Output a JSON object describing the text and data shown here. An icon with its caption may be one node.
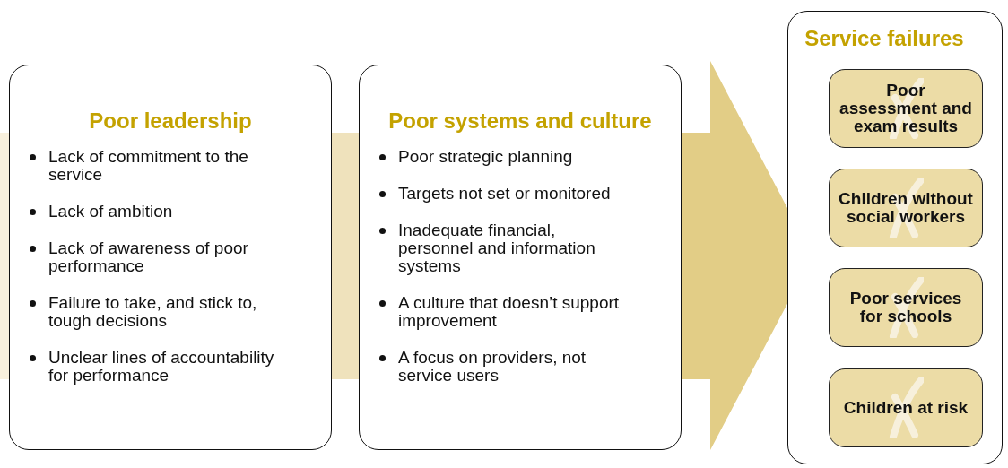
{
  "diagram": {
    "nodes": [
      {
        "text": [
          "Poor leadership",
          "Lack of commitment to the service",
          "Lack of ambition",
          "Lack of awareness of poor performance",
          "Failure to take, and stick to, tough decisions",
          "Unclear lines of accountability for performance"
        ]
      },
      {
        "text": [
          "Poor systems and culture",
          "Poor strategic planning",
          "Targets not set or monitored",
          "Inadequate financial, personnel and information systems",
          "A culture that doesn’t support improvement",
          "A focus on providers, not service users"
        ]
      },
      {
        "text": [
          "Service failures"
        ]
      },
      {
        "text": [
          "Poor assessment and exam results"
        ],
        "in": 2
      },
      {
        "text": [
          "Children without social workers"
        ],
        "in": 2
      },
      {
        "text": [
          "Poor services for schools"
        ],
        "in": 2
      },
      {
        "text": [
          "Children at risk"
        ],
        "in": 2
      }
    ],
    "edges": [
      {
        "from": null,
        "to": 0,
        "arrow": "none",
        "color": "#f8f0dd"
      },
      {
        "from": 0,
        "to": 1,
        "arrow": "none",
        "color": "#efe2bc"
      },
      {
        "from": 1,
        "to": 2,
        "arrow": "to",
        "color": "#e2cd86"
      }
    ]
  }
}
